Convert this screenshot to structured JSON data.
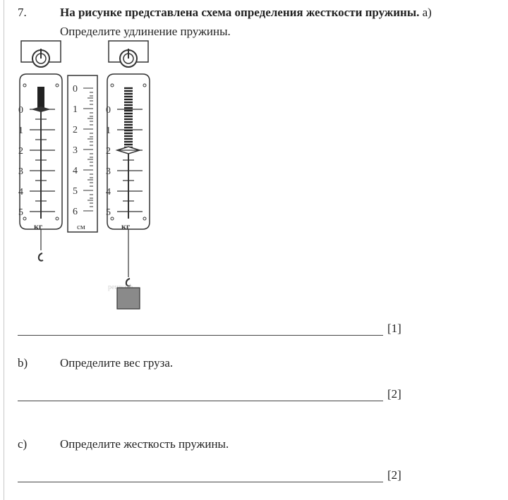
{
  "question": {
    "number": "7.",
    "title_bold": "На рисунке представлена схема определения жесткости пружины.",
    "part_a_label": "a)",
    "part_a_text": "Определите удлинение пружины.",
    "part_a_marks": "[1]",
    "part_b_label": "b)",
    "part_b_text": "Определите вес груза.",
    "part_b_marks": "[2]",
    "part_c_label": "c)",
    "part_c_text": "Определите жесткость пружины.",
    "part_c_marks": "[2]"
  },
  "figure": {
    "dynamometer_scale_labels": [
      "0",
      "1",
      "2",
      "3",
      "4",
      "5"
    ],
    "dynamometer_unit": "кг",
    "ruler_labels": [
      "0",
      "1",
      "2",
      "3",
      "4",
      "5",
      "6"
    ],
    "ruler_unit": "см",
    "watermark": "решу.рф",
    "colors": {
      "stroke": "#333333",
      "weight_fill": "#8a8a8a"
    }
  }
}
